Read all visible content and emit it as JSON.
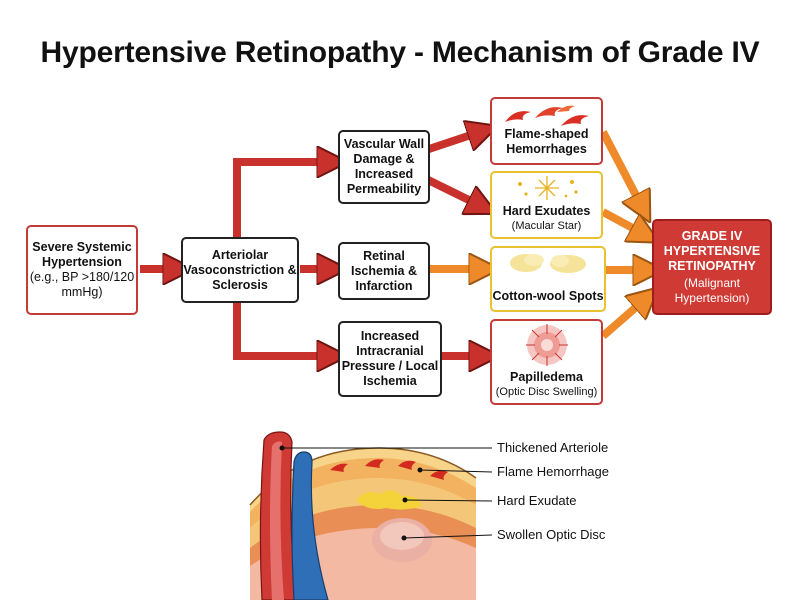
{
  "title": "Hypertensive Retinopathy - Mechanism of Grade IV",
  "severe": {
    "title": "Severe Systemic Hypertension",
    "detail": "(e.g., BP >180/120 mmHg)"
  },
  "arteriolar": "Arteriolar Vasoconstriction & Sclerosis",
  "mechanisms": {
    "vascular": "Vascular Wall Damage & Increased Permeability",
    "retinal": "Retinal Ischemia & Infarction",
    "intracranial": "Increased Intracranial Pressure / Local Ischemia"
  },
  "findings": {
    "flame": {
      "label": "Flame-shaped Hemorrhages"
    },
    "hard": {
      "label": "Hard Exudates",
      "sub": "(Macular Star)"
    },
    "cotton": {
      "label": "Cotton-wool Spots"
    },
    "papill": {
      "label": "Papilledema",
      "sub": "(Optic Disc Swelling)"
    }
  },
  "grade": {
    "title": "GRADE IV HYPERTENSIVE RETINOPATHY",
    "sub": "(Malignant Hypertension)"
  },
  "annotations": {
    "arteriole": "Thickened Arteriole",
    "flame": "Flame Hemorrhage",
    "exudate": "Hard Exudate",
    "disc": "Swollen Optic Disc"
  },
  "colors": {
    "red_arrow": "#c8312c",
    "orange_arrow": "#ee8a2a",
    "red_border": "#c43a36",
    "yellow_border": "#e8c22f",
    "grade_fill": "#cf3a35"
  }
}
